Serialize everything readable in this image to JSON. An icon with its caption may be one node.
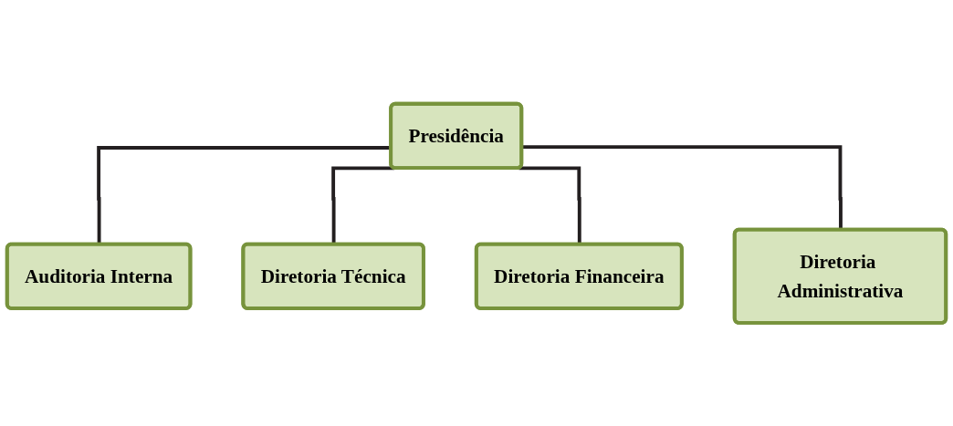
{
  "diagram": {
    "nodes": [
      {
        "text": [
          "Presidência"
        ]
      },
      {
        "text": [
          "Auditoria Interna"
        ]
      },
      {
        "text": [
          "Diretoria Técnica"
        ]
      },
      {
        "text": [
          "Diretoria Financeira"
        ]
      },
      {
        "text": [
          "Diretoria Administrativa"
        ]
      }
    ],
    "edges": [
      {
        "from": 0,
        "to": 1,
        "arrow": "none"
      },
      {
        "from": 0,
        "to": 2,
        "arrow": "none"
      },
      {
        "from": 0,
        "to": 3,
        "arrow": "none"
      },
      {
        "from": 0,
        "to": 4,
        "arrow": "none"
      }
    ]
  }
}
